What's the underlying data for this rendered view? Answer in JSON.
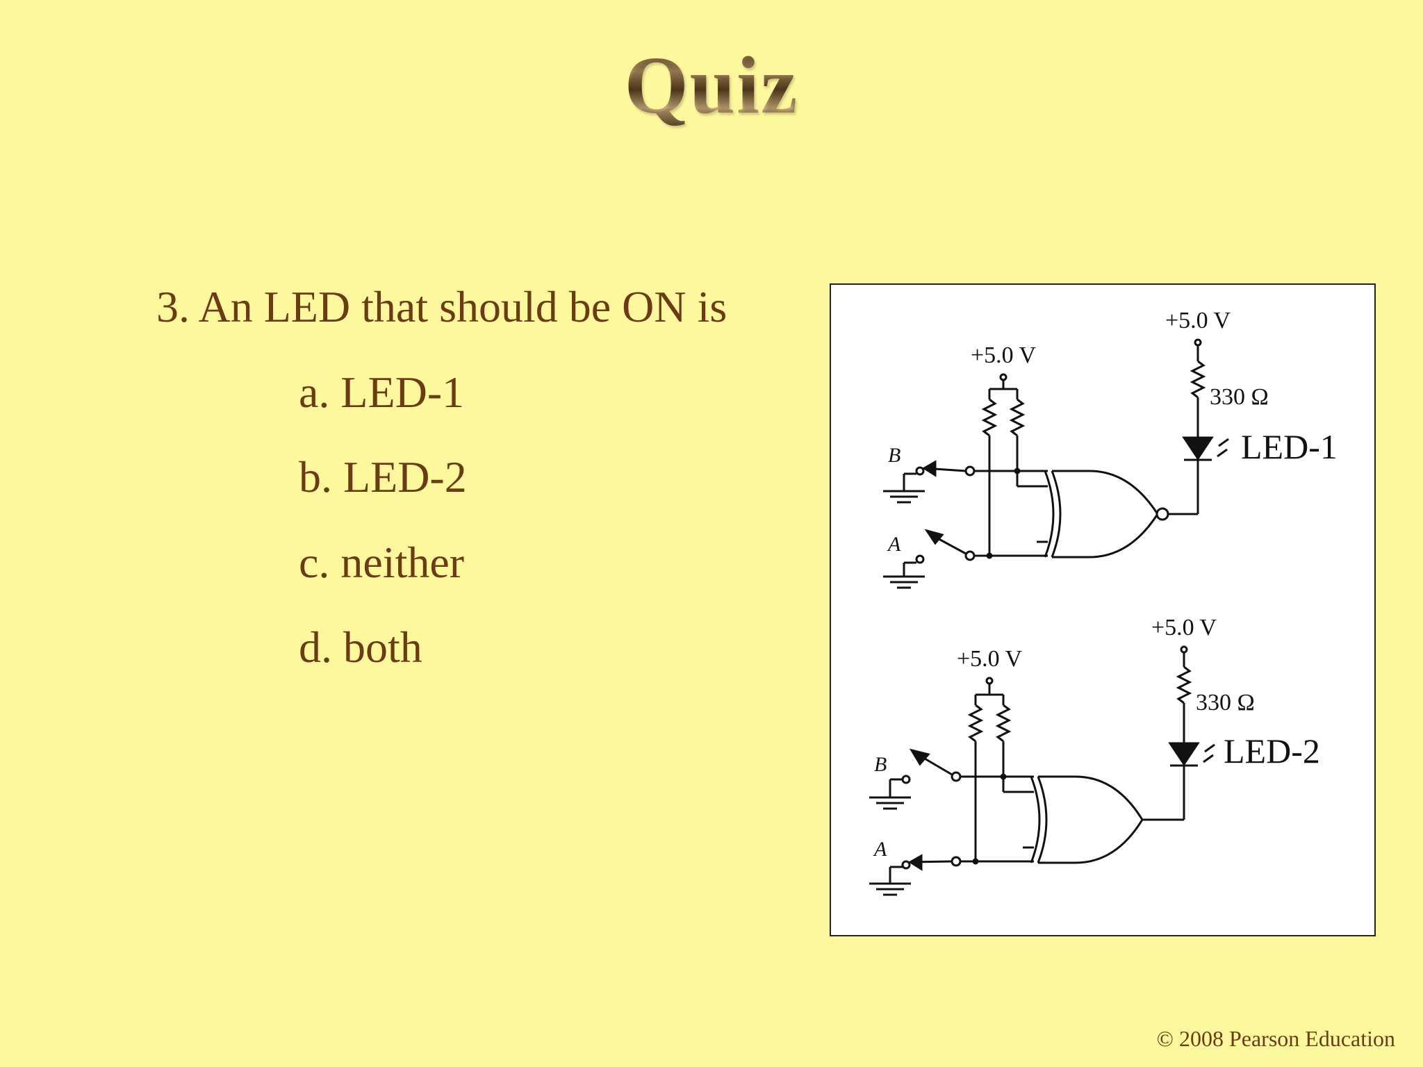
{
  "title": "Quiz",
  "question": "3. An LED that should be ON is",
  "options": [
    {
      "label": "a. LED-1"
    },
    {
      "label": "b. LED-2"
    },
    {
      "label": "c. neither"
    },
    {
      "label": "d. both"
    }
  ],
  "diagram": {
    "circuits": [
      {
        "supply_gate": "+5.0 V",
        "supply_led": "+5.0 V",
        "resistor": "330 Ω",
        "led": "LED-1",
        "input_b": "B",
        "input_a": "A"
      },
      {
        "supply_gate": "+5.0 V",
        "supply_led": "+5.0 V",
        "resistor": "330 Ω",
        "led": "LED-2",
        "input_b": "B",
        "input_a": "A"
      }
    ]
  },
  "footer": "© 2008 Pearson Education",
  "colors": {
    "background": "#fdf79e",
    "text": "#6b3c14"
  }
}
